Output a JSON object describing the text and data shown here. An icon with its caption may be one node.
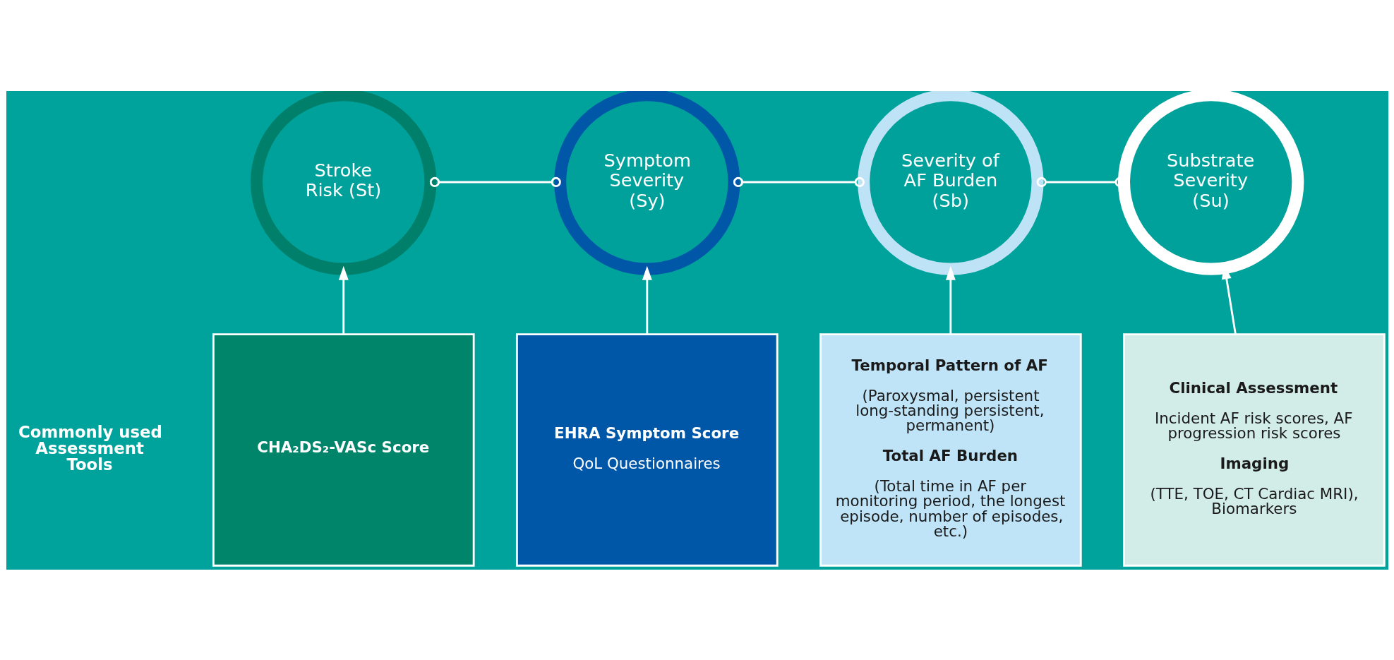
{
  "diagram": {
    "nodes": [
      {
        "text": [
          "Stroke Risk (St)"
        ]
      },
      {
        "text": [
          "Symptom Severity (Sy)"
        ]
      },
      {
        "text": [
          "Severity of AF Burden (Sb)"
        ]
      },
      {
        "text": [
          "Substrate Severity (Su)"
        ]
      },
      {
        "text": [
          "CHA₂DS₂-VASc Score"
        ]
      },
      {
        "text": [
          "EHRA Symptom Score",
          "QoL Questionnaires"
        ]
      },
      {
        "text": [
          "Temporal Pattern of AF",
          "(Paroxysmal, persistent long-standing persistent, permanent)",
          "Total AF Burden",
          "(Total time in AF per monitoring period, the longest episode, number of episodes, etc.)"
        ]
      },
      {
        "text": [
          "Clinical Assessment",
          "Incident AF risk scores, AF progression risk scores",
          "Imaging",
          "(TTE, TOE, CT Cardiac MRI), Biomarkers"
        ]
      }
    ],
    "edges": [
      {
        "from": 0,
        "to": 1,
        "arrow": "other"
      },
      {
        "from": 1,
        "to": 2,
        "arrow": "other"
      },
      {
        "from": 2,
        "to": 3,
        "arrow": "other"
      },
      {
        "from": 4,
        "to": 0,
        "arrow": "to"
      },
      {
        "from": 5,
        "to": 1,
        "arrow": "to"
      },
      {
        "from": 6,
        "to": 2,
        "arrow": "to"
      },
      {
        "from": 7,
        "to": 3,
        "arrow": "to"
      }
    ],
    "labels": [
      "Commonly used Assessment Tools"
    ]
  }
}
